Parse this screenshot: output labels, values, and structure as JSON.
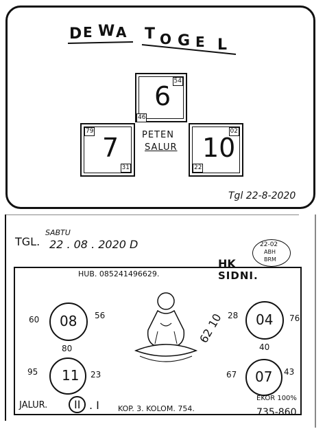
{
  "top_card": {
    "title_letters": [
      "D",
      "E",
      "W",
      "A",
      "T",
      "O",
      "G",
      "E",
      "L"
    ],
    "center_box": {
      "main": "6",
      "corner_tr": "54",
      "corner_bl": "46"
    },
    "left_box": {
      "main": "7",
      "corner_tl": "79",
      "corner_br": "31"
    },
    "right_box": {
      "main": "10",
      "corner_tr": "02",
      "corner_bl": "22"
    },
    "middle_text_1": "PETEN",
    "middle_text_2": "SALUR",
    "date": "Tgl 22-8-2020"
  },
  "bottom_card": {
    "tgl_label": "TGL.",
    "day": "SABTU",
    "date_line": "22 . 08 . 2020 D",
    "hub": "HUB. 085241496629.",
    "hk": "HK",
    "sidni": "SIDNI.",
    "stamp_top": "22-02",
    "stamp_mid": "ABH",
    "stamp_bot": "BRM",
    "circle_tl": {
      "main": "08",
      "left": "60",
      "right": "56",
      "bottom": "80"
    },
    "circle_tr": {
      "main": "04",
      "left": "28",
      "right": "76",
      "bottom": "40"
    },
    "circle_bl": {
      "main": "11",
      "left": "95",
      "right": "23"
    },
    "circle_br": {
      "main": "07",
      "left": "67",
      "right": "43"
    },
    "figure_numbers": "62 10",
    "jalur_label": "JALUR.",
    "jalur_num": "II",
    "jalur_suffix": ". I",
    "kop": "KOP. 3. KOLOM. 754.",
    "ekor": "EKOR 100%",
    "ekor_nums": "735-860"
  }
}
